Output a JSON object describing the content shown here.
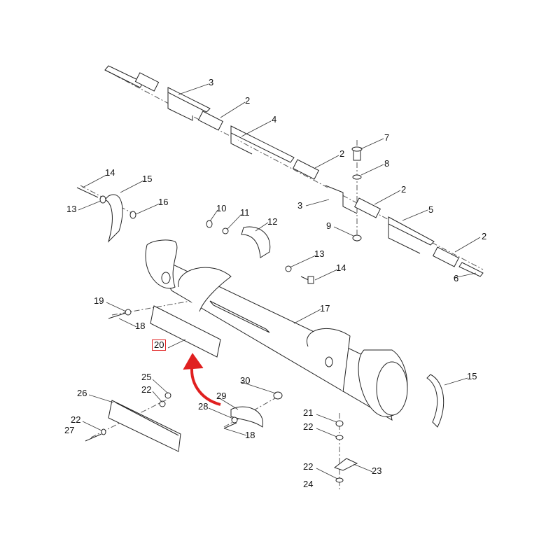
{
  "diagram": {
    "callouts": {
      "c3a": "3",
      "c2a": "2",
      "c4": "4",
      "c7": "7",
      "c8": "8",
      "c2b": "2",
      "c2c": "2",
      "c3b": "3",
      "c5": "5",
      "c9": "9",
      "c2d": "2",
      "c6": "6",
      "c14a": "14",
      "c15a": "15",
      "c13a": "13",
      "c16": "16",
      "c10": "10",
      "c11": "11",
      "c12": "12",
      "c13b": "13",
      "c14b": "14",
      "c17": "17",
      "c19": "19",
      "c18a": "18",
      "c20": "20",
      "c25": "25",
      "c22a": "22",
      "c26": "26",
      "c22b": "22",
      "c27": "27",
      "c30": "30",
      "c29": "29",
      "c28": "28",
      "c18b": "18",
      "c21": "21",
      "c22c": "22",
      "c15b": "15",
      "c22d": "22",
      "c23": "23",
      "c24": "24"
    },
    "highlight_color": "#e02020"
  }
}
